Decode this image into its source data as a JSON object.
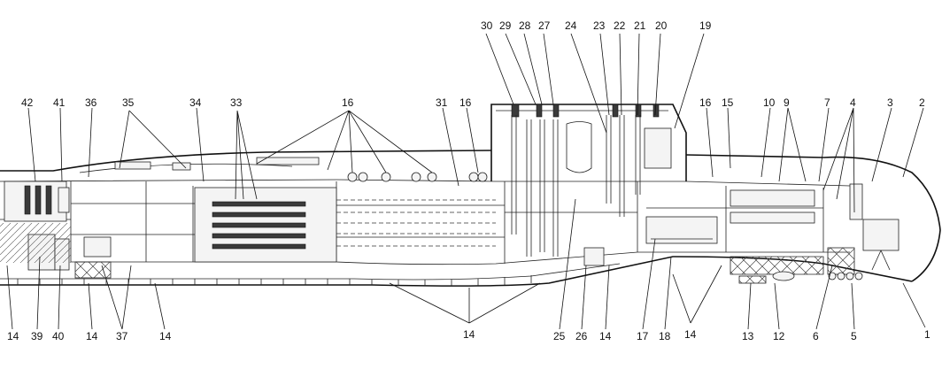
{
  "callouts_top": [
    "30",
    "29",
    "28",
    "27",
    "24",
    "23",
    "22",
    "21",
    "20",
    "19"
  ],
  "callouts_upper": [
    "42",
    "41",
    "36",
    "35",
    "34",
    "33",
    "16",
    "31",
    "16",
    "16",
    "15",
    "10",
    "9",
    "7",
    "4",
    "3",
    "2"
  ],
  "callouts_bottom": [
    "14",
    "39",
    "40",
    "14",
    "37",
    "14",
    "14",
    "25",
    "26",
    "14",
    "17",
    "18",
    "14",
    "13",
    "12",
    "6",
    "5",
    "1"
  ]
}
